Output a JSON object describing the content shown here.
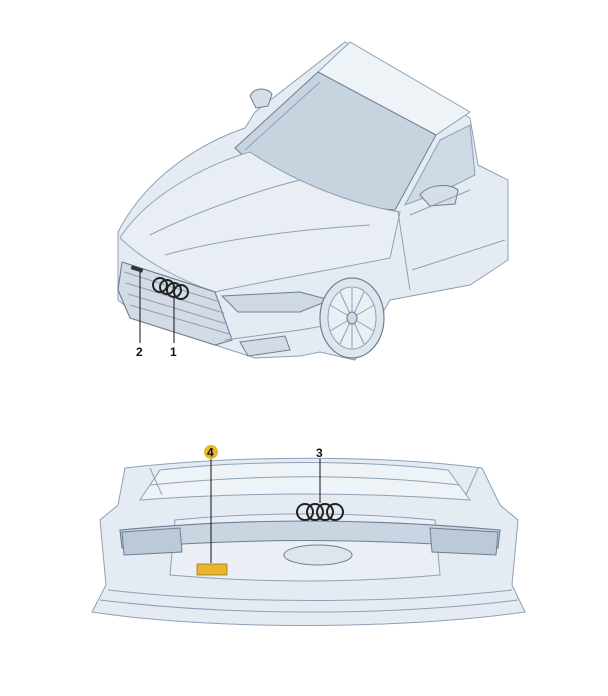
{
  "callouts": {
    "c1": "1",
    "c2": "2",
    "c3": "3",
    "c4": "4"
  },
  "colors": {
    "highlight": "#e8b62e",
    "body_fill": "#dfe7ef",
    "glass": "#c9d6e2",
    "outline": "#8fa1b5"
  },
  "highlighted_callout": "4"
}
